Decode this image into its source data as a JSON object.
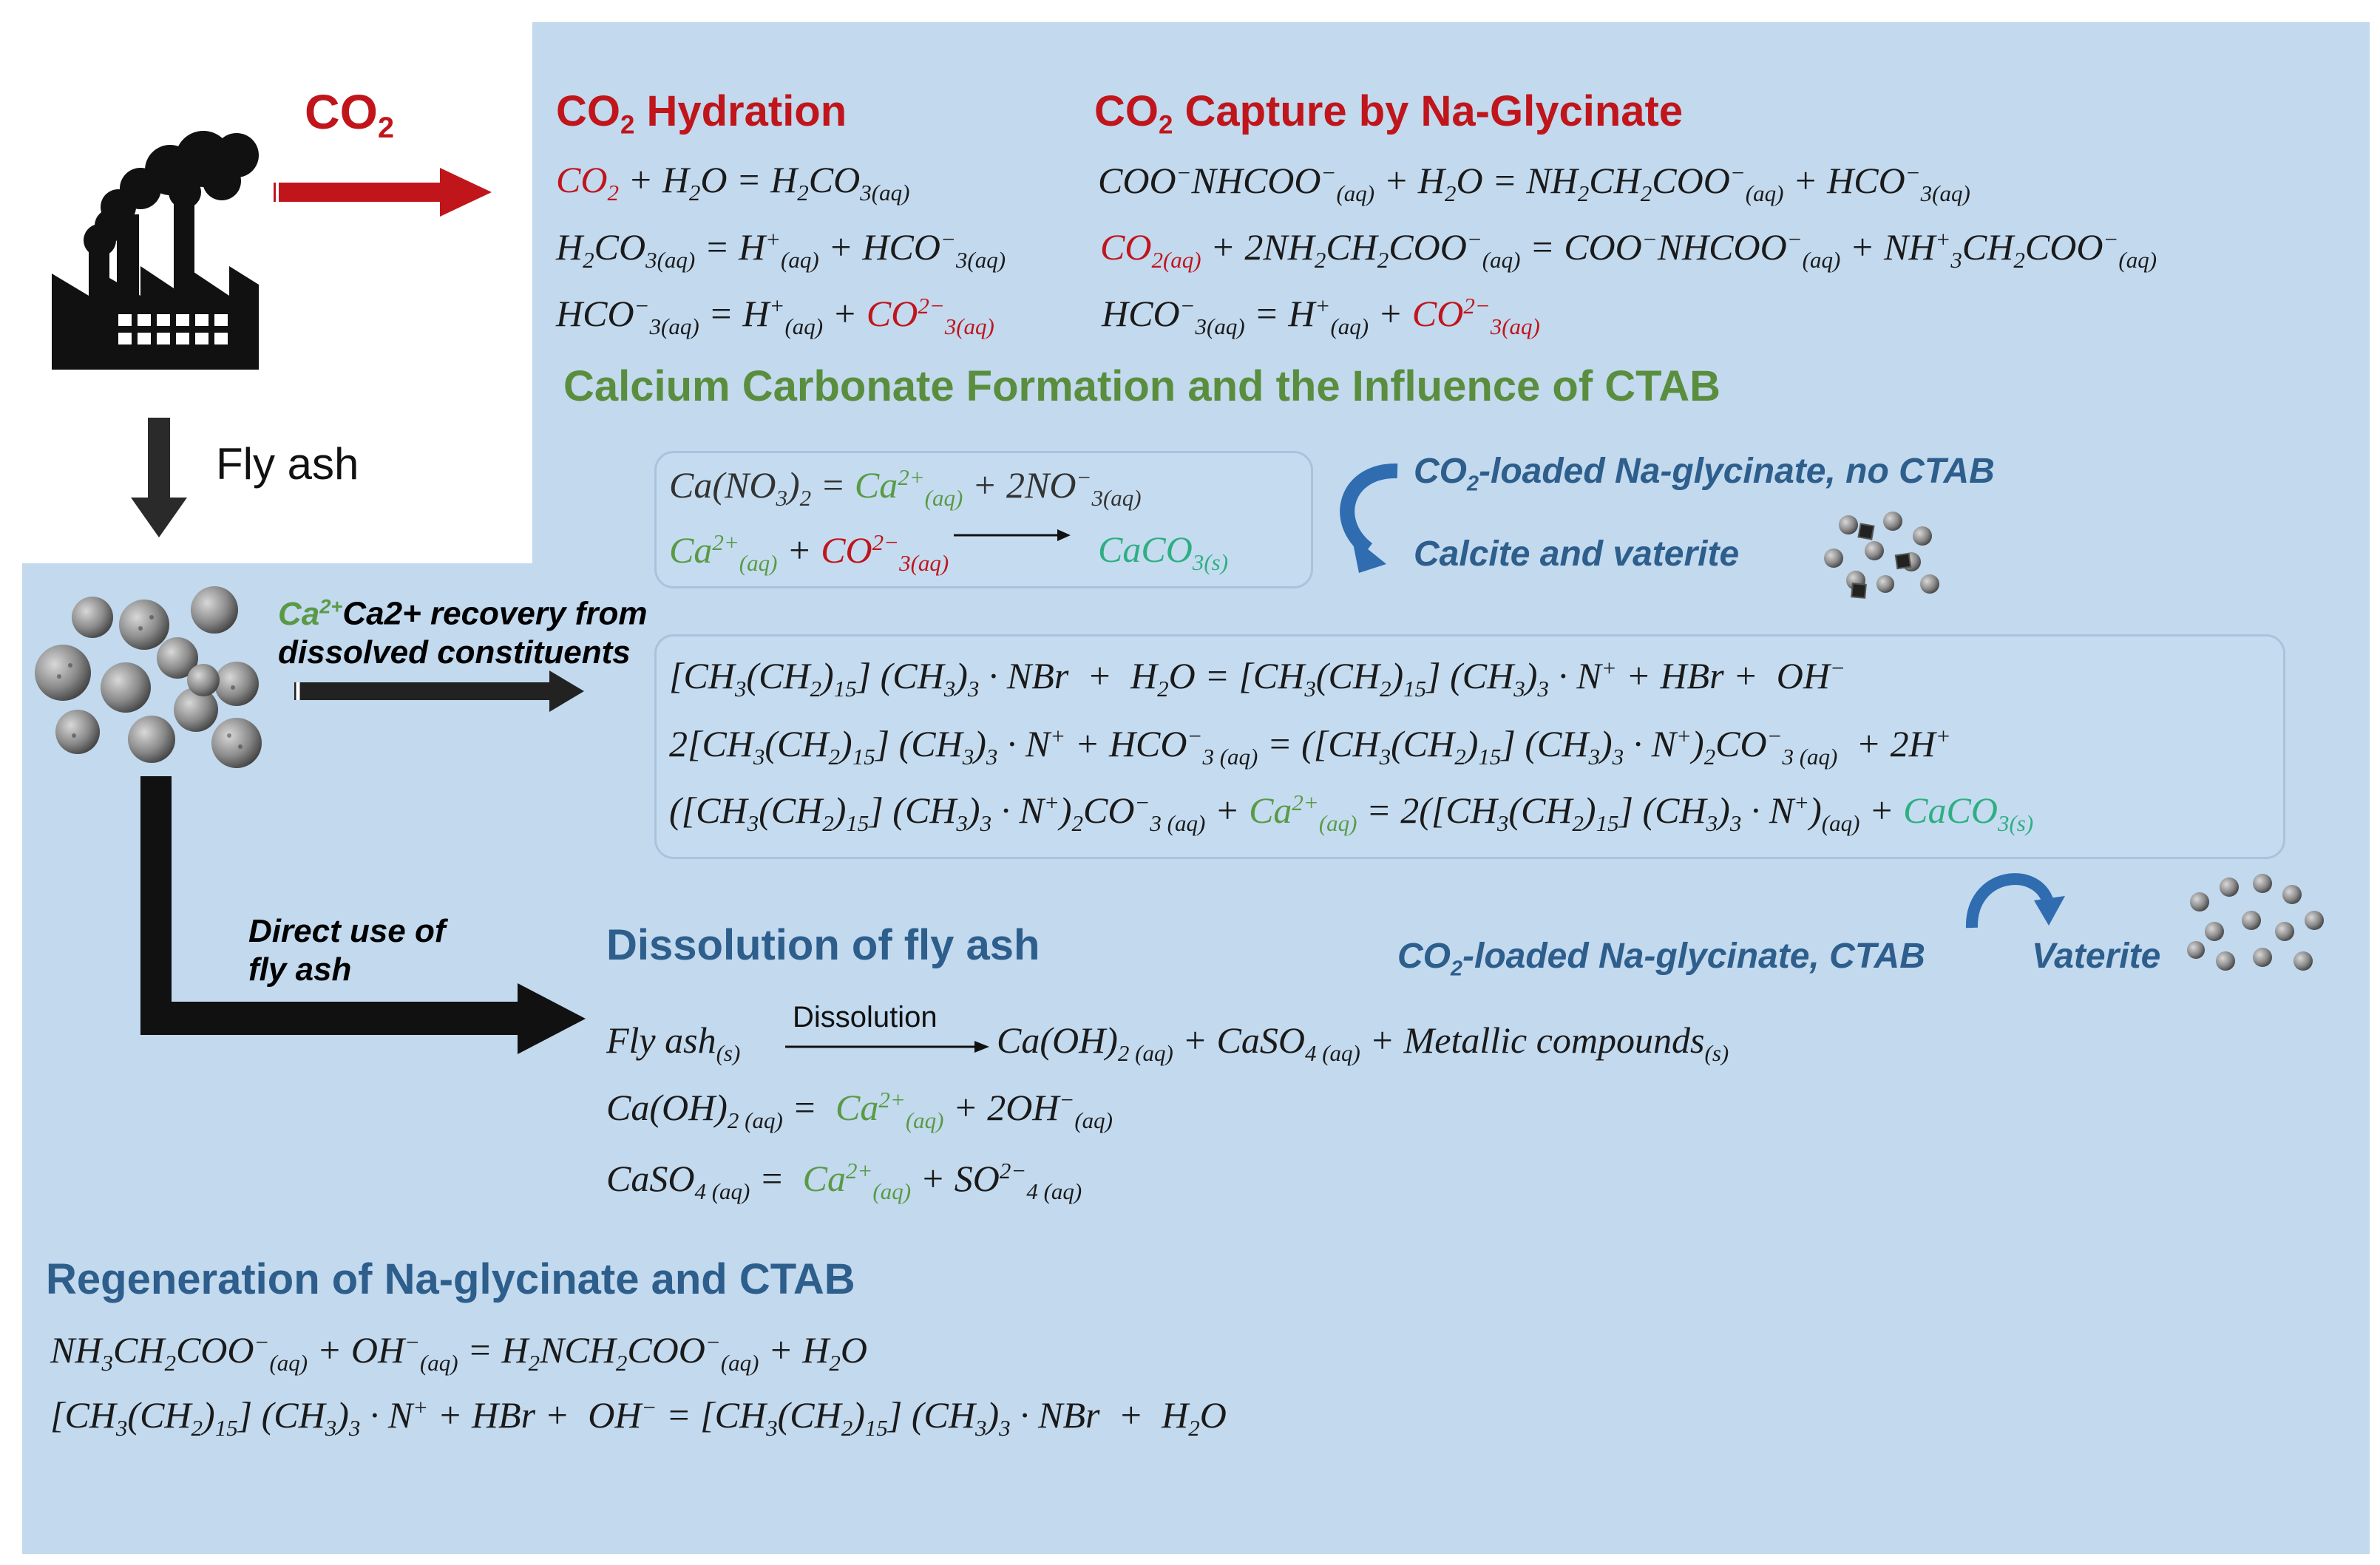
{
  "source_label": "CO2",
  "fly_ash_label": "Fly ash",
  "recovery_label": [
    "Ca2+ recovery from",
    "dissolved constituents"
  ],
  "direct_use_label": [
    "Direct use of",
    "fly ash"
  ],
  "sections": {
    "hydration": "CO2 Hydration",
    "capture": "CO2 Capture by Na-Glycinate",
    "calcium": "Calcium Carbonate Formation and the Influence of CTAB",
    "dissolution": "Dissolution of fly ash",
    "regeneration": "Regeneration of Na-glycinate and CTAB"
  },
  "outcomes": {
    "no_ctab_condition": "CO2-loaded Na-glycinate, no CTAB",
    "no_ctab_result": "Calcite and vaterite",
    "ctab_condition": "CO2-loaded Na-glycinate, CTAB",
    "ctab_result": "Vaterite"
  },
  "dissolution_arrow_label": "Dissolution",
  "colors": {
    "panel": "#c2d9ee",
    "co2_red": "#c0151b",
    "calcium_green": "#5a9a46",
    "caco3_teal": "#2fae84",
    "heading_blue": "#2d5e8c",
    "heading_green": "#5a8e3e",
    "arrow_blue": "#2f6cb0"
  },
  "icons": [
    "factory-icon",
    "fly-ash-particles-icon",
    "calcite-vaterite-crystals-icon",
    "vaterite-particles-icon"
  ]
}
